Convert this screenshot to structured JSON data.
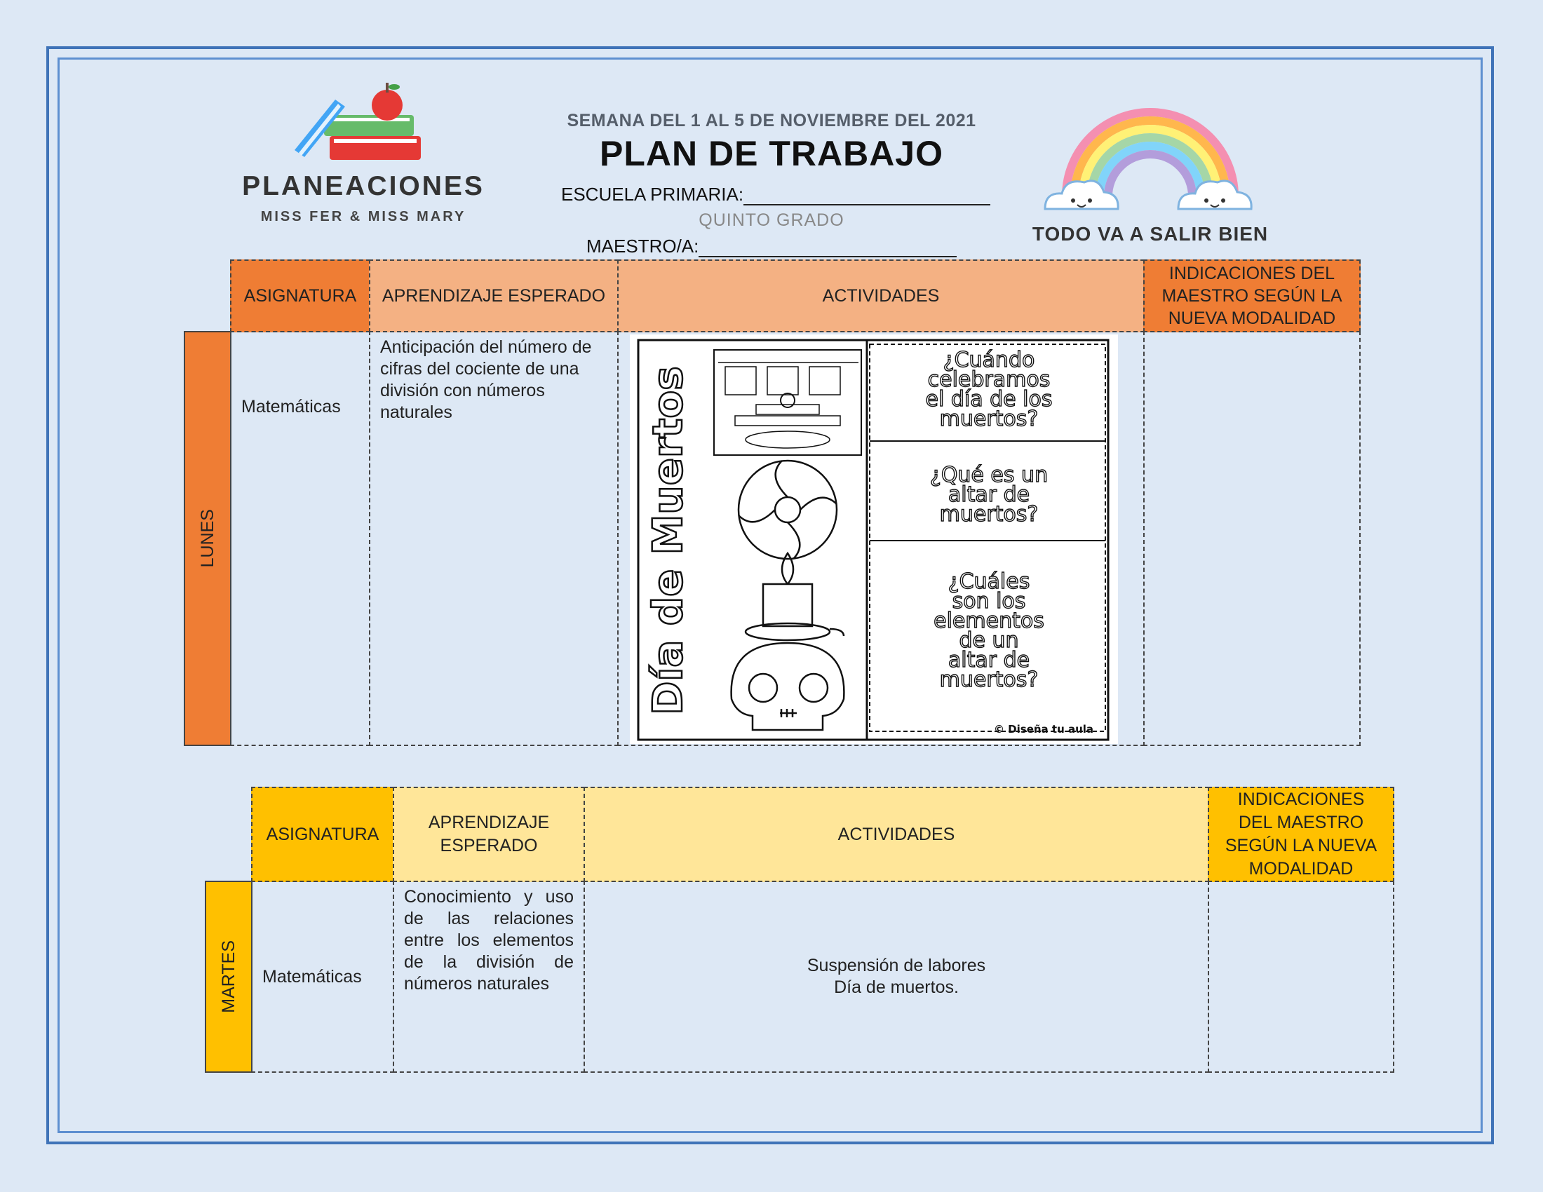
{
  "header": {
    "logo_title": "PLANEACIONES",
    "logo_subtitle": "MISS FER & MISS MARY",
    "week": "SEMANA DEL 1 AL 5 DE NOVIEMBRE DEL 2021",
    "title": "PLAN DE TRABAJO",
    "school_label": "ESCUELA PRIMARIA:",
    "grade": "QUINTO GRADO",
    "teacher_label": "MAESTRO/A:",
    "rainbow_text": "TODO VA A SALIR BIEN"
  },
  "colors": {
    "frame": "#3f73b8",
    "orange_dark": "#ef7d34",
    "orange_light": "#f4b183",
    "yellow_dark": "#ffc000",
    "yellow_light": "#ffe699"
  },
  "monday": {
    "day": "LUNES",
    "headers": {
      "subject": "ASIGNATURA",
      "learning": "APRENDIZAJE ESPERADO",
      "activities": "ACTIVIDADES",
      "notes": "INDICACIONES DEL MAESTRO SEGÚN LA NUEVA MODALIDAD"
    },
    "subject": "Matemáticas",
    "learning": "Anticipación del número de cifras del cociente de una división con números naturales",
    "activity_image": {
      "vertical_title": "Día de Muertos",
      "questions": [
        "¿Cuándo celebramos el día de los muertos?",
        "¿Qué es un altar de muertos?",
        "¿Cuáles son los elementos de un altar de muertos?"
      ],
      "credit": "© Diseña tu aula"
    }
  },
  "tuesday": {
    "day": "MARTES",
    "headers": {
      "subject": "ASIGNATURA",
      "learning": "APRENDIZAJE ESPERADO",
      "activities": "ACTIVIDADES",
      "notes": "INDICACIONES DEL MAESTRO SEGÚN LA NUEVA MODALIDAD"
    },
    "subject": "Matemáticas",
    "learning": "Conocimiento y uso de las relaciones entre los elementos de la división de números naturales",
    "activity_line1": "Suspensión de labores",
    "activity_line2": "Día de muertos."
  }
}
